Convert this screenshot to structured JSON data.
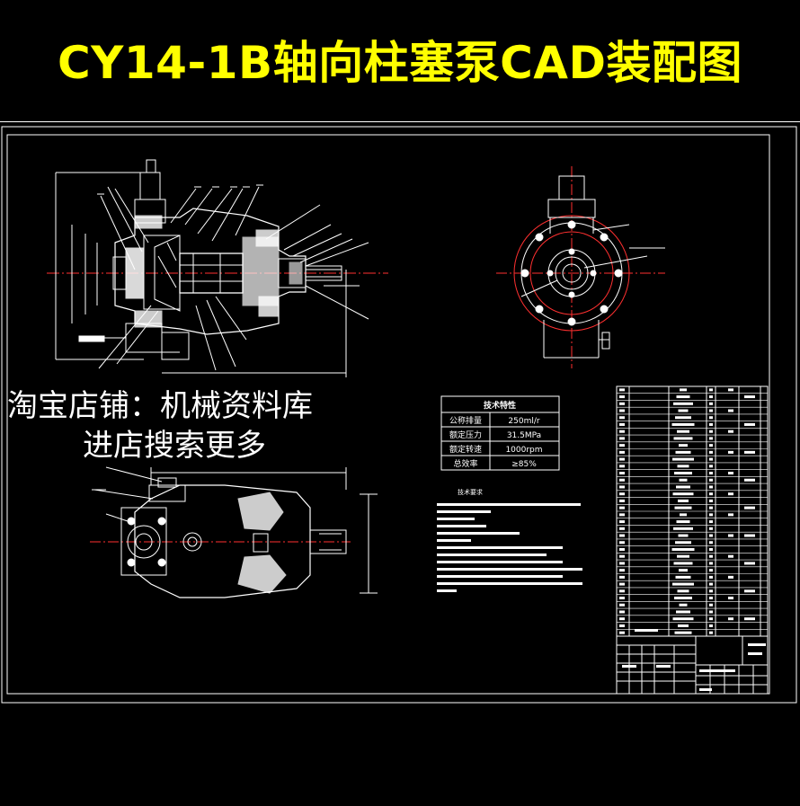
{
  "title": "CY14-1B轴向柱塞泵CAD装配图",
  "watermark": {
    "line1": "淘宝店铺：机械资料库",
    "line2": "进店搜索更多"
  },
  "tech_spec": {
    "header": "技术特性",
    "rows": [
      {
        "label": "公称排量",
        "value": "250ml/r"
      },
      {
        "label": "额定压力",
        "value": "31.5MPa"
      },
      {
        "label": "额定转速",
        "value": "1000rpm"
      },
      {
        "label": "总效率",
        "value": "≥85%"
      }
    ]
  },
  "tech_req": {
    "header": "技术要求"
  },
  "colors": {
    "title": "#ffff00",
    "line": "#ffffff",
    "centerline": "#ff0000",
    "detail": "#ffffff"
  }
}
